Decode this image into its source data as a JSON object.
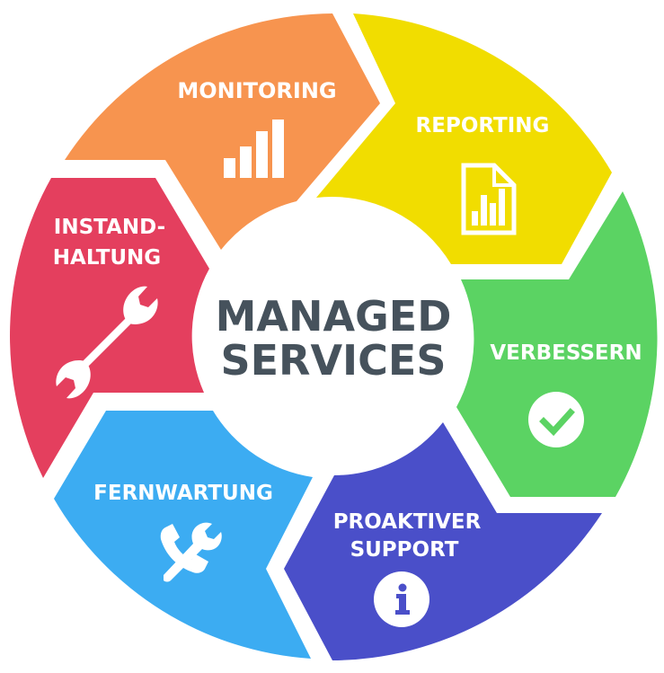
{
  "title": {
    "line1": "MANAGED",
    "line2": "SERVICES"
  },
  "colors": {
    "monitoring": "#f7944f",
    "reporting": "#f1dd00",
    "verbessern": "#5bd363",
    "proaktiver_support": "#4a4fc9",
    "fernwartung": "#3cacf2",
    "instandhaltung": "#e43f5e",
    "center_text": "#46525c"
  },
  "segments": [
    {
      "id": "monitoring",
      "lines": [
        "MONITORING"
      ],
      "icon": "bar-chart-icon"
    },
    {
      "id": "reporting",
      "lines": [
        "REPORTING"
      ],
      "icon": "report-document-icon"
    },
    {
      "id": "verbessern",
      "lines": [
        "VERBESSERN"
      ],
      "icon": "checkmark-circle-icon"
    },
    {
      "id": "proaktiver_support",
      "lines": [
        "PROAKTIVER",
        "SUPPORT"
      ],
      "icon": "info-circle-icon"
    },
    {
      "id": "fernwartung",
      "lines": [
        "FERNWARTUNG"
      ],
      "icon": "phone-wrench-icon"
    },
    {
      "id": "instandhaltung",
      "lines": [
        "INSTAND-",
        "HALTUNG"
      ],
      "icon": "wrench-icon"
    }
  ],
  "icons": {
    "info_glyph": "i"
  }
}
